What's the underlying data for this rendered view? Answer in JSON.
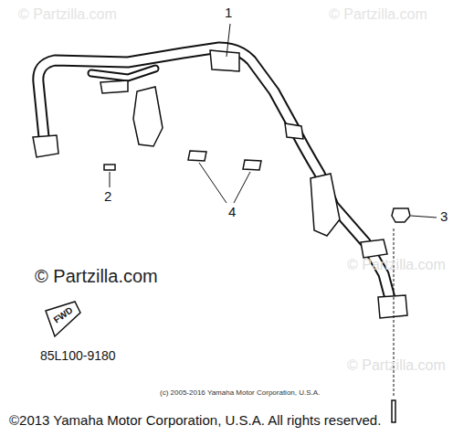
{
  "diagram": {
    "labels": [
      "© Partzilla.com",
      "© Partzilla.com",
      "1",
      "2",
      "4",
      "3",
      "© Partzilla.com",
      "© Partzilla.com",
      "FWD",
      "85L100-9180",
      "© Partzilla.com",
      "(c) 2005-2016 Yamaha Motor Corporation, U.S.A.",
      "©2013 Yamaha Motor Corporation, U.S.A. All rights reserved."
    ]
  }
}
